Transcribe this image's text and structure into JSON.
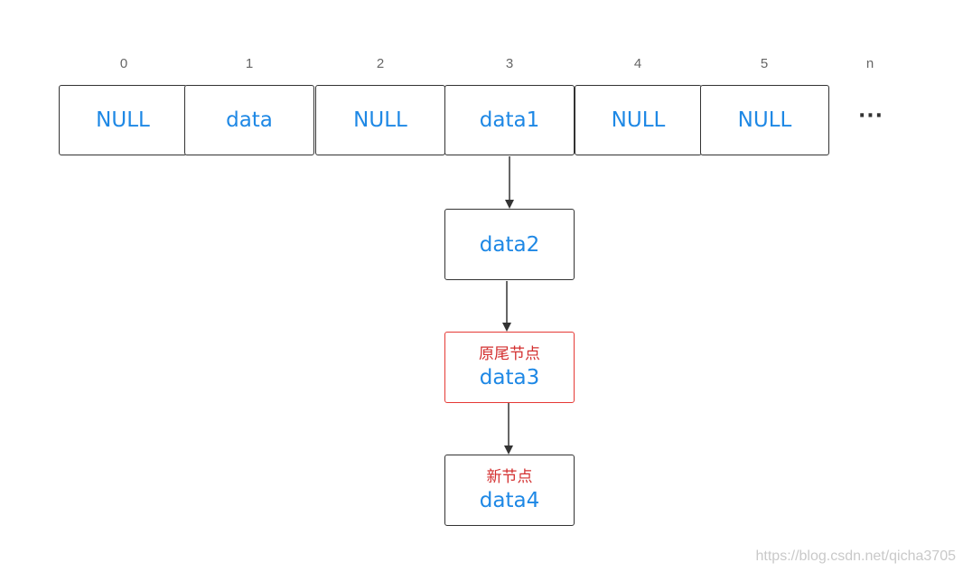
{
  "array": {
    "indices": [
      "0",
      "1",
      "2",
      "3",
      "4",
      "5",
      "n"
    ],
    "cells": [
      "NULL",
      "data",
      "NULL",
      "data1",
      "NULL",
      "NULL"
    ],
    "ellipsis": "···"
  },
  "chain": {
    "node1": {
      "value": "data2"
    },
    "node2": {
      "label": "原尾节点",
      "value": "data3"
    },
    "node3": {
      "label": "新节点",
      "value": "data4"
    }
  },
  "watermark": "https://blog.csdn.net/qicha3705",
  "colors": {
    "value_text": "#1e88e5",
    "label_text": "#d32f2f",
    "border": "#333333",
    "highlight_border": "#e53935",
    "index_text": "#666666"
  }
}
